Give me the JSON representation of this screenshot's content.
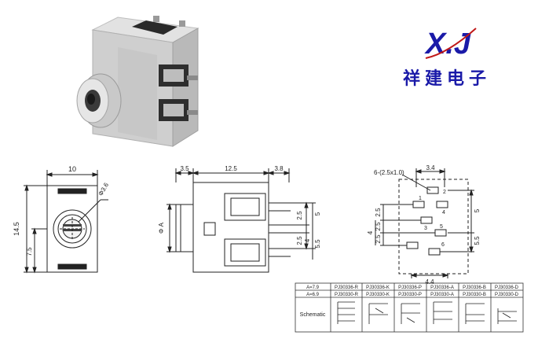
{
  "logo": {
    "latin": "X.J",
    "chinese": "祥建电子",
    "colors": {
      "x": "#c01818",
      "j": "#1a1aa8",
      "text": "#1a1aa8"
    }
  },
  "front_view": {
    "width_label": "10",
    "height_label": "14.5",
    "lower_label": "7.5",
    "hole_label": "Φ3.6"
  },
  "side_view": {
    "top_labels": [
      "3.5",
      "12.5",
      "3.8"
    ],
    "left_label": "Φ A",
    "right_labels": [
      "5",
      "2.5",
      "2.5",
      "4",
      "5.5"
    ]
  },
  "pcb_view": {
    "hole_label": "6-(2.5x1.0)",
    "top_label": "3.4",
    "bottom_label": "4.4",
    "left_labels": [
      "2.5",
      "4",
      "2.5",
      "2.5"
    ],
    "right_labels": [
      "5",
      "5.5"
    ],
    "pin_numbers": [
      "2",
      "1",
      "4",
      "3",
      "5",
      "6"
    ]
  },
  "table": {
    "row_a1": [
      "A=7.9",
      "PJ30336-R",
      "PJ30336-K",
      "PJ30336-P",
      "PJ30336-A",
      "PJ30336-B",
      "PJ30336-D"
    ],
    "row_a2": [
      "A=6.9",
      "PJ30330-R",
      "PJ30330-K",
      "PJ30330-P",
      "PJ30330-A",
      "PJ30330-B",
      "PJ30330-D"
    ],
    "schematic_label": "Schematic"
  },
  "colors": {
    "line": "#222222",
    "photo_body": "#d2d2d2",
    "photo_shade": "#a8a8a8",
    "photo_dark": "#2a2a2a"
  }
}
